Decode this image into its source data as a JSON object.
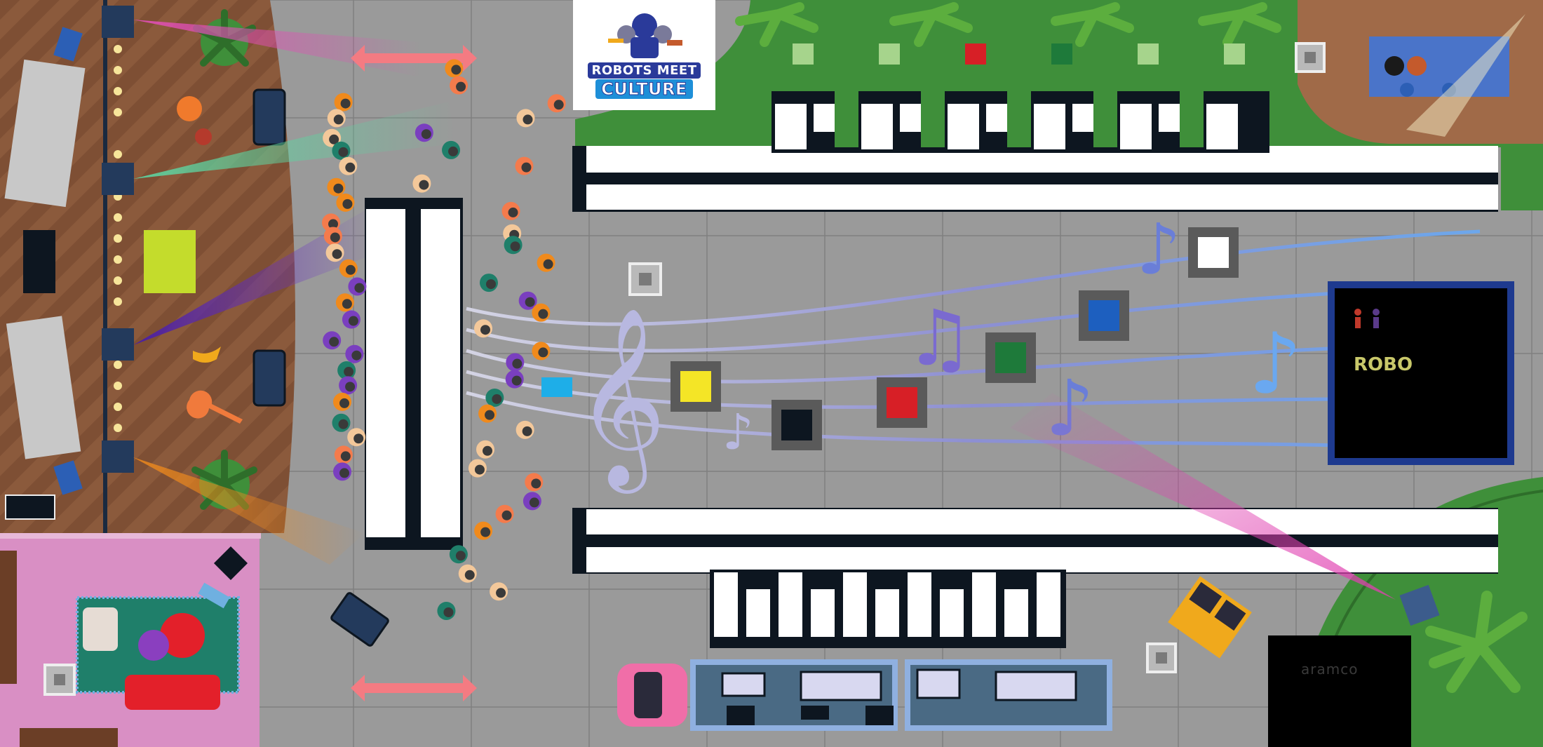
{
  "logo": {
    "line1": "ROBOTS MEET",
    "line2": "CULTURE"
  },
  "stage_screen": {
    "text": "ROBO"
  },
  "sponsor_board": {
    "text": "aramco"
  },
  "note_squares": [
    {
      "name": "yellow",
      "color": "#f4e526"
    },
    {
      "name": "black",
      "color": "#0d1620"
    },
    {
      "name": "red",
      "color": "#d71f26"
    },
    {
      "name": "green",
      "color": "#1e7a3a"
    },
    {
      "name": "blue",
      "color": "#1d5fbf"
    },
    {
      "name": "white",
      "color": "#ffffff"
    }
  ],
  "hedge_squares": [
    "#a6d48c",
    "#a6d48c",
    "#d71f26",
    "#1e7a3a",
    "#a6d48c",
    "#a6d48c"
  ],
  "colors": {
    "asphalt": "#9a9a9a",
    "deck": "#8b5a3c",
    "lounge": "#d98fc4",
    "grass": "#3f8f3a",
    "stripe_dark": "#0d1620",
    "screen_border": "#1e3a8f"
  }
}
